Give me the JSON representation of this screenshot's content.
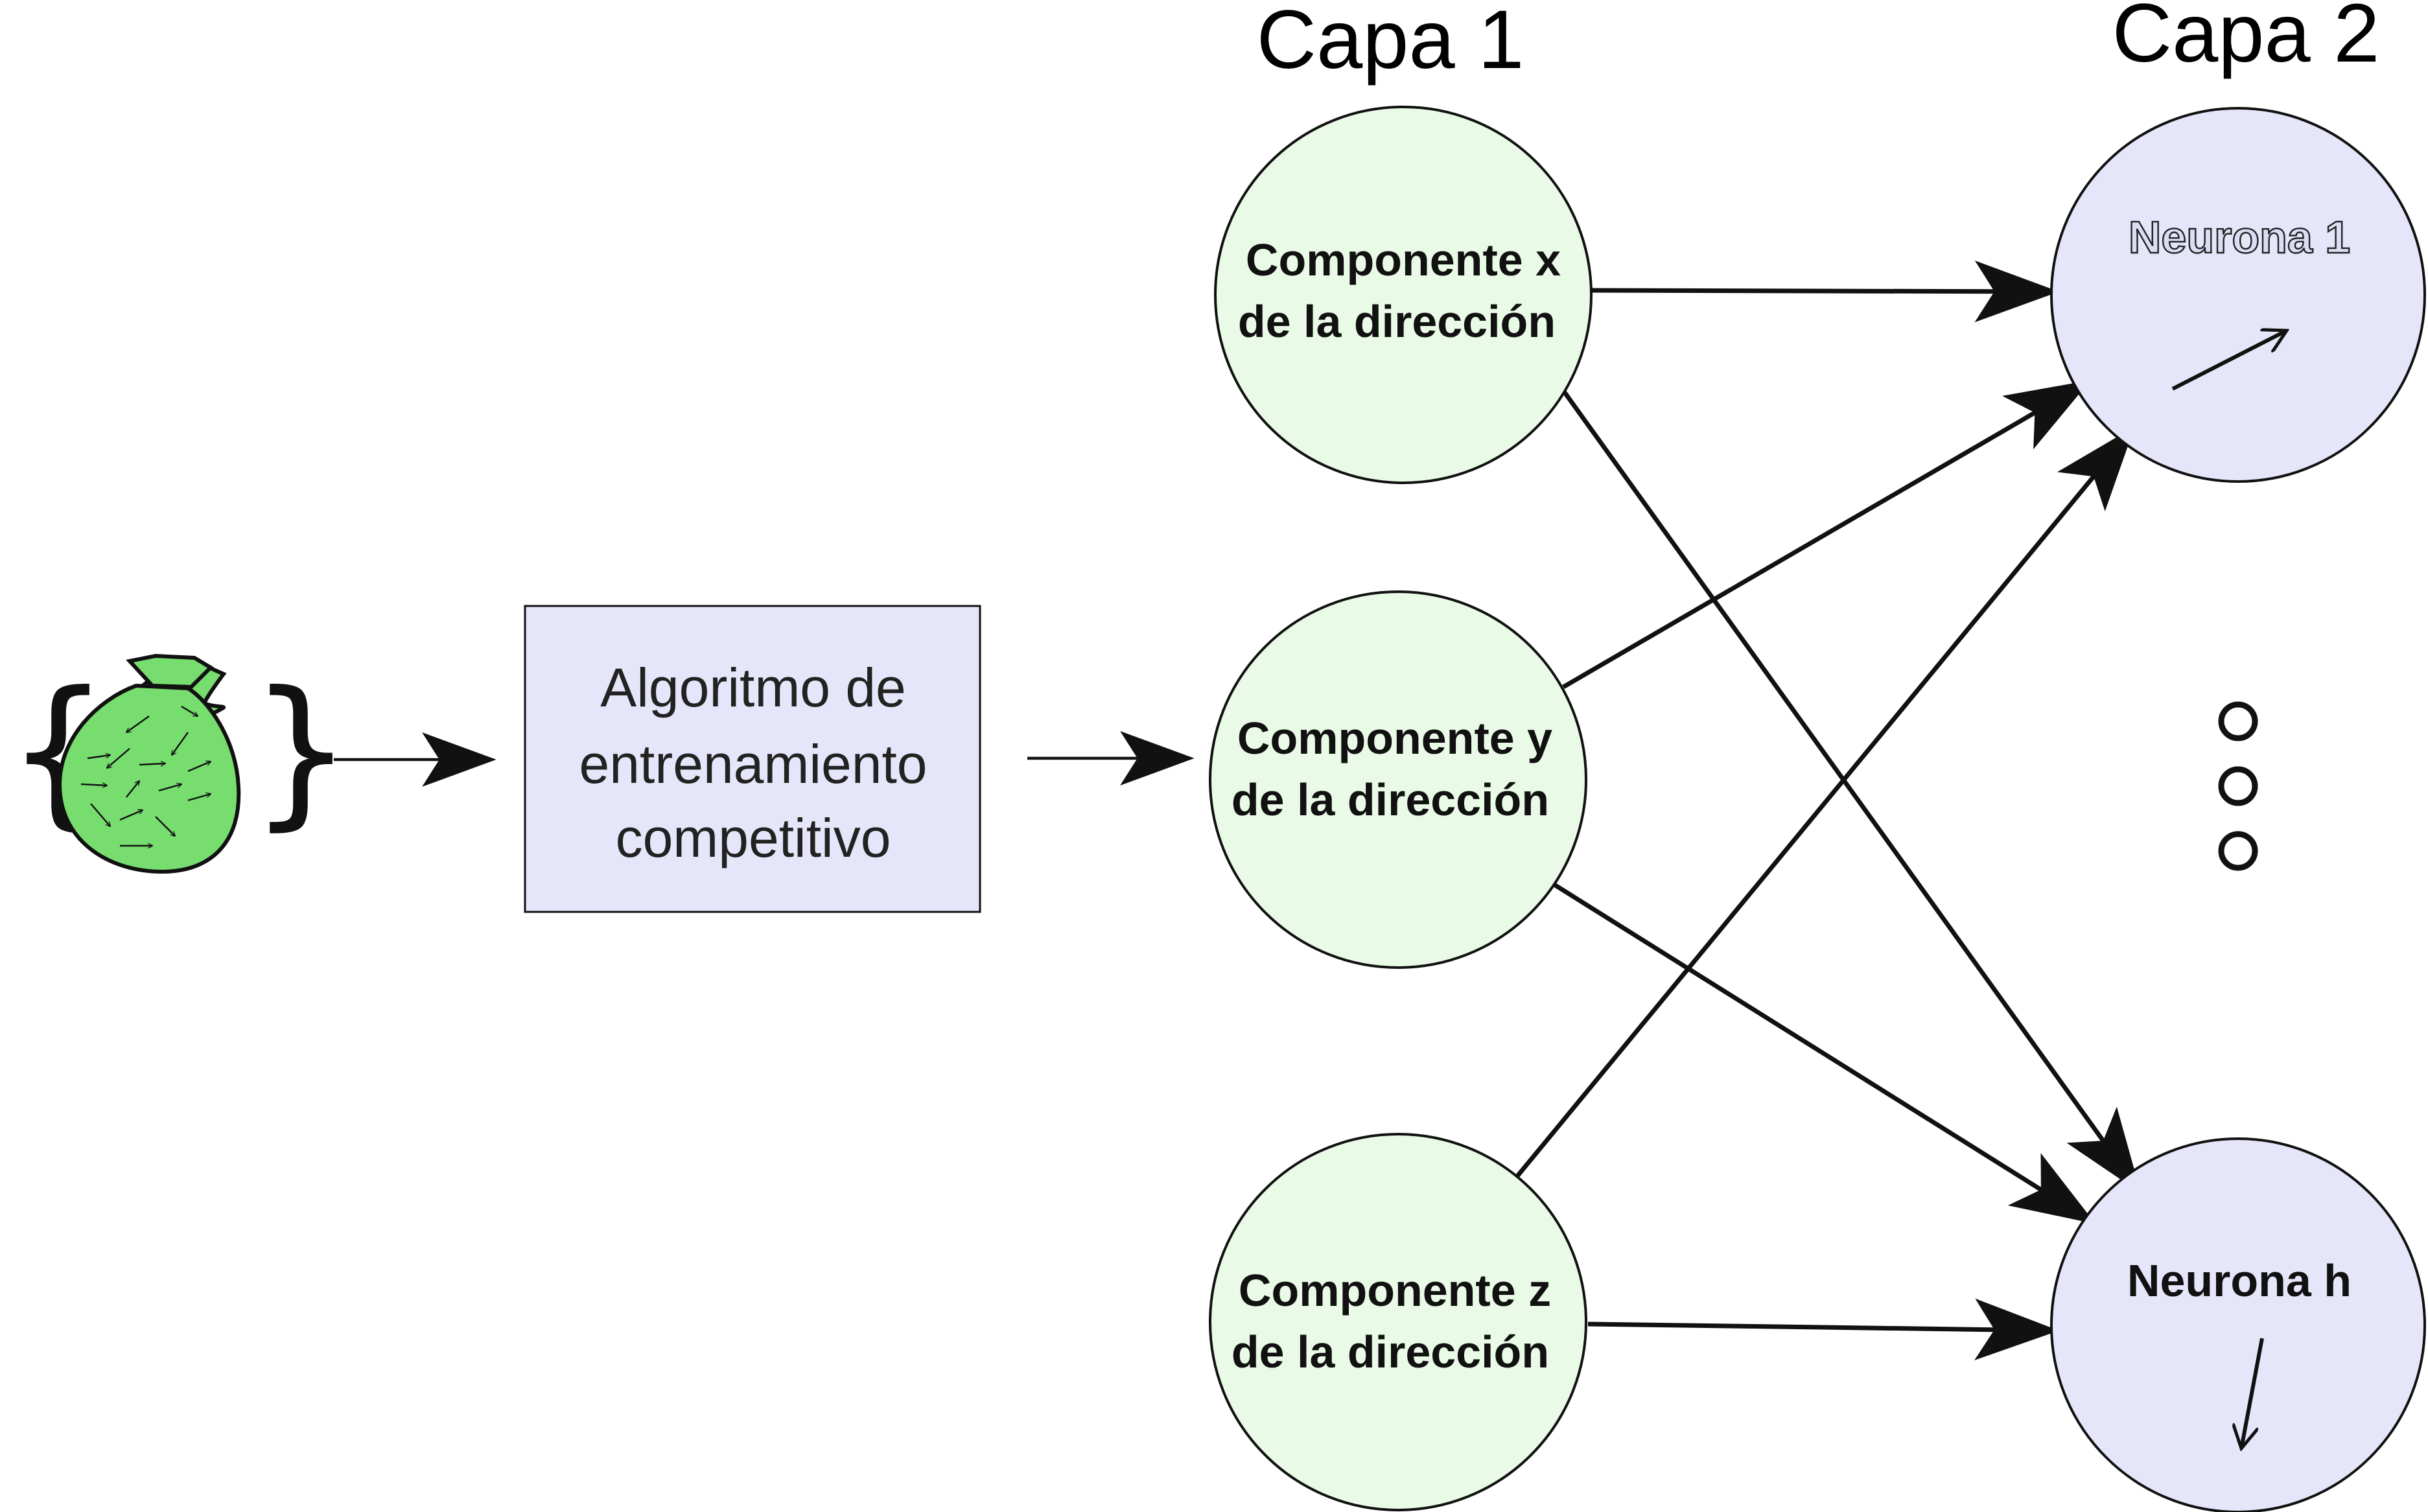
{
  "layers": {
    "layer1_title": "Capa 1",
    "layer2_title": "Capa 2"
  },
  "input": {
    "open_brace": "{",
    "close_brace": "}",
    "bag_icon": "bag-of-vectors-icon"
  },
  "algorithm_box": {
    "line1": "Algoritmo de",
    "line2": "entrenamiento",
    "line3": "competitivo"
  },
  "layer1_nodes": [
    {
      "line1": "Componente x",
      "line2": "de la dirección"
    },
    {
      "line1": "Componente y",
      "line2": "de la dirección"
    },
    {
      "line1": "Componente z",
      "line2": "de la dirección"
    }
  ],
  "layer2_nodes": [
    {
      "label": "Neurona  1",
      "vector_icon": "arrow-up-right-icon"
    },
    {
      "label": "Neurona  h",
      "vector_icon": "arrow-down-icon"
    }
  ],
  "ellipsis_icon": "vertical-ellipsis-icon",
  "colors": {
    "layer1_fill": "#e9fbe6",
    "layer2_fill": "#e6e6fa",
    "algorithm_fill": "#e6e6fa",
    "bag_fill": "#77dd6f",
    "stroke": "#111111"
  }
}
